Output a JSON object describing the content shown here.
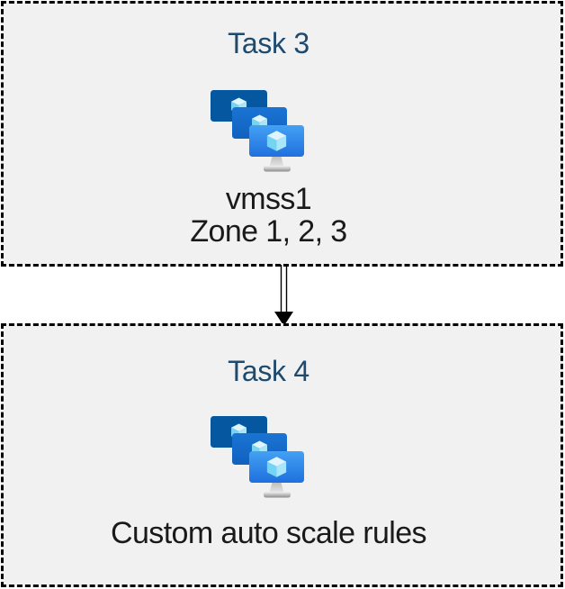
{
  "diagram": {
    "description": "Two dashed task boxes with Azure VM scale set icons connected by a downward double-line arrow",
    "colors": {
      "box_background": "#F1F1F1",
      "box_border": "#000000",
      "title_text": "#1E4A6E",
      "body_text": "#1A1A1A",
      "monitor_back": "#05579F",
      "monitor_middle": "#1568C7",
      "monitor_front_top": "#44A1F3",
      "monitor_front_bottom": "#1E70DE",
      "cube_top": "#DFF4FD",
      "cube_left": "#76D4F3",
      "cube_right": "#A9E6FA"
    },
    "tasks": [
      {
        "title": "Task 3",
        "icon": "vmss-icon",
        "lines": [
          "vmss1",
          "Zone 1, 2, 3"
        ]
      },
      {
        "title": "Task 4",
        "icon": "vmss-icon",
        "lines": [
          "Custom auto scale rules"
        ]
      }
    ],
    "connector": {
      "type": "double-line-arrow",
      "direction": "down",
      "from": "Task 3",
      "to": "Task 4"
    }
  }
}
